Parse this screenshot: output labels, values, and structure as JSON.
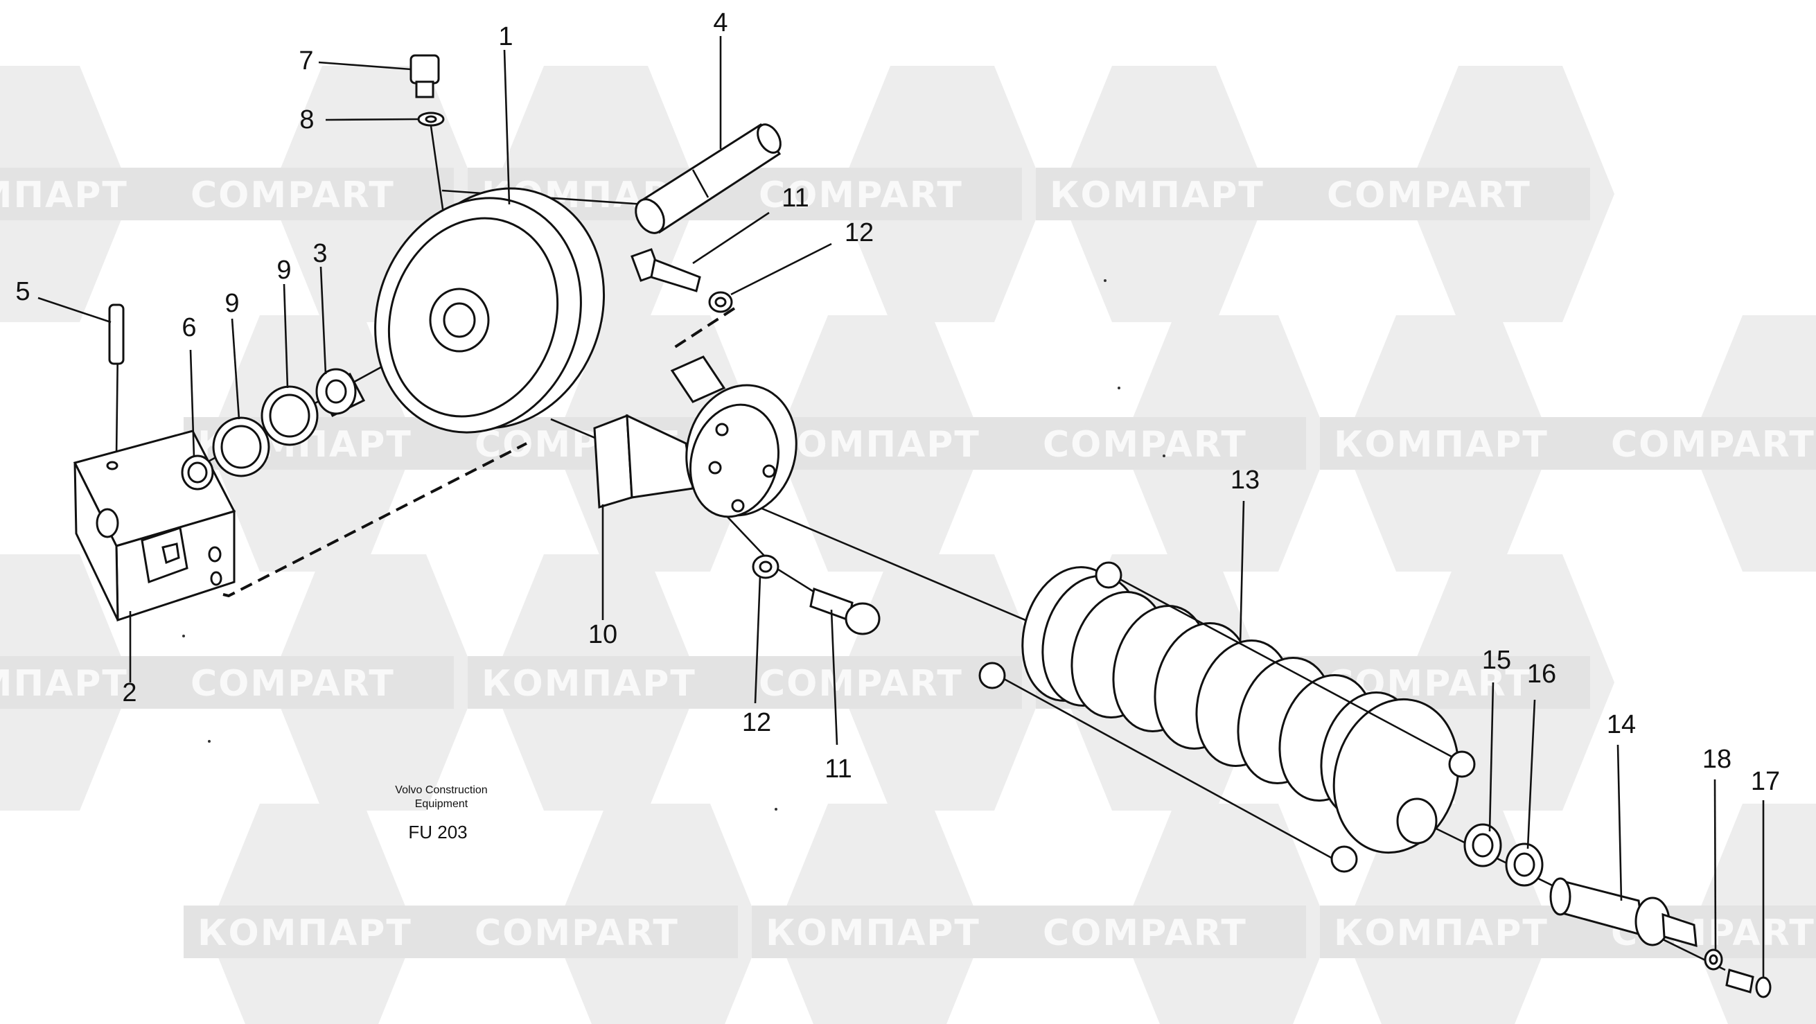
{
  "figure": {
    "callouts": [
      {
        "id": "c1",
        "text": "1"
      },
      {
        "id": "c2",
        "text": "2"
      },
      {
        "id": "c3",
        "text": "3"
      },
      {
        "id": "c4",
        "text": "4"
      },
      {
        "id": "c5",
        "text": "5"
      },
      {
        "id": "c6",
        "text": "6"
      },
      {
        "id": "c7",
        "text": "7"
      },
      {
        "id": "c8",
        "text": "8"
      },
      {
        "id": "c9a",
        "text": "9"
      },
      {
        "id": "c9b",
        "text": "9"
      },
      {
        "id": "c10",
        "text": "10"
      },
      {
        "id": "c11a",
        "text": "11"
      },
      {
        "id": "c11b",
        "text": "11"
      },
      {
        "id": "c12a",
        "text": "12"
      },
      {
        "id": "c12b",
        "text": "12"
      },
      {
        "id": "c13",
        "text": "13"
      },
      {
        "id": "c14",
        "text": "14"
      },
      {
        "id": "c15",
        "text": "15"
      },
      {
        "id": "c16",
        "text": "16"
      },
      {
        "id": "c17",
        "text": "17"
      },
      {
        "id": "c18",
        "text": "18"
      }
    ],
    "maker_line1": "Volvo Construction",
    "maker_line2": "Equipment",
    "code": "FU 203"
  },
  "watermark": {
    "word_latin": "COMPART",
    "word_cyrillic": "КОМПАРТ"
  },
  "colors": {
    "ink": "#111111",
    "watermark_hex": "#ededed",
    "watermark_band": "#e3e3e3"
  }
}
